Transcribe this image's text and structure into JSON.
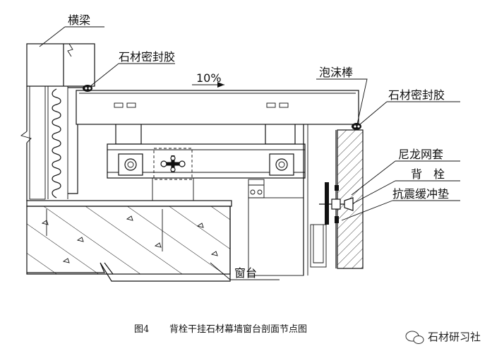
{
  "labels": {
    "beam": "横梁",
    "sealant_left": "石材密封胶",
    "foam_rod": "泡沫棒",
    "sealant_right": "石材密封胶",
    "slope": "10%",
    "nylon_sleeve": "尼龙网套",
    "back_bolt": "背　栓",
    "buffer_pad": "抗震缓冲垫",
    "window_sill": "窗台"
  },
  "caption": {
    "fig_no": "图4",
    "title": "背栓干挂石材幕墙窗台剖面节点图"
  },
  "watermark": {
    "text": "石材研习社"
  }
}
